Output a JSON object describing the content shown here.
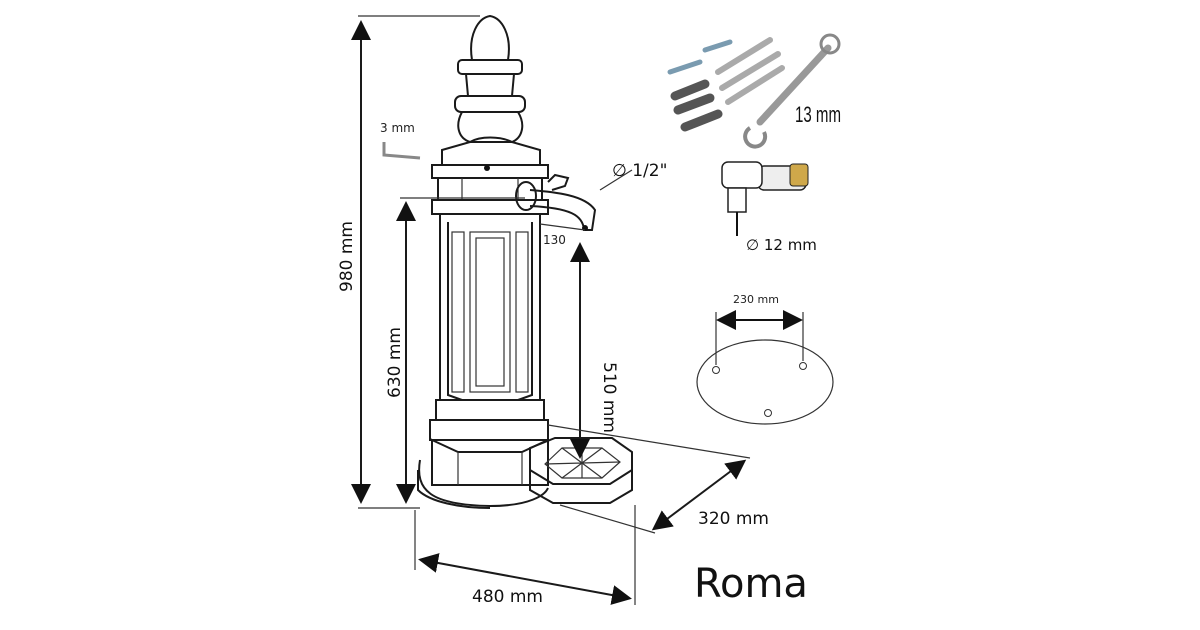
{
  "title": "Roma",
  "dimensions": {
    "total_height": "980 mm",
    "column_height": "630 mm",
    "spout_height": "510 mm",
    "spout_offset": "130",
    "width": "480 mm",
    "depth": "320 mm",
    "pipe_diameter": "∅ 1/2\"",
    "hex_key": "3 mm",
    "wrench": "13 mm",
    "drill_bit": "∅ 12 mm",
    "hole_spacing": "230 mm"
  }
}
